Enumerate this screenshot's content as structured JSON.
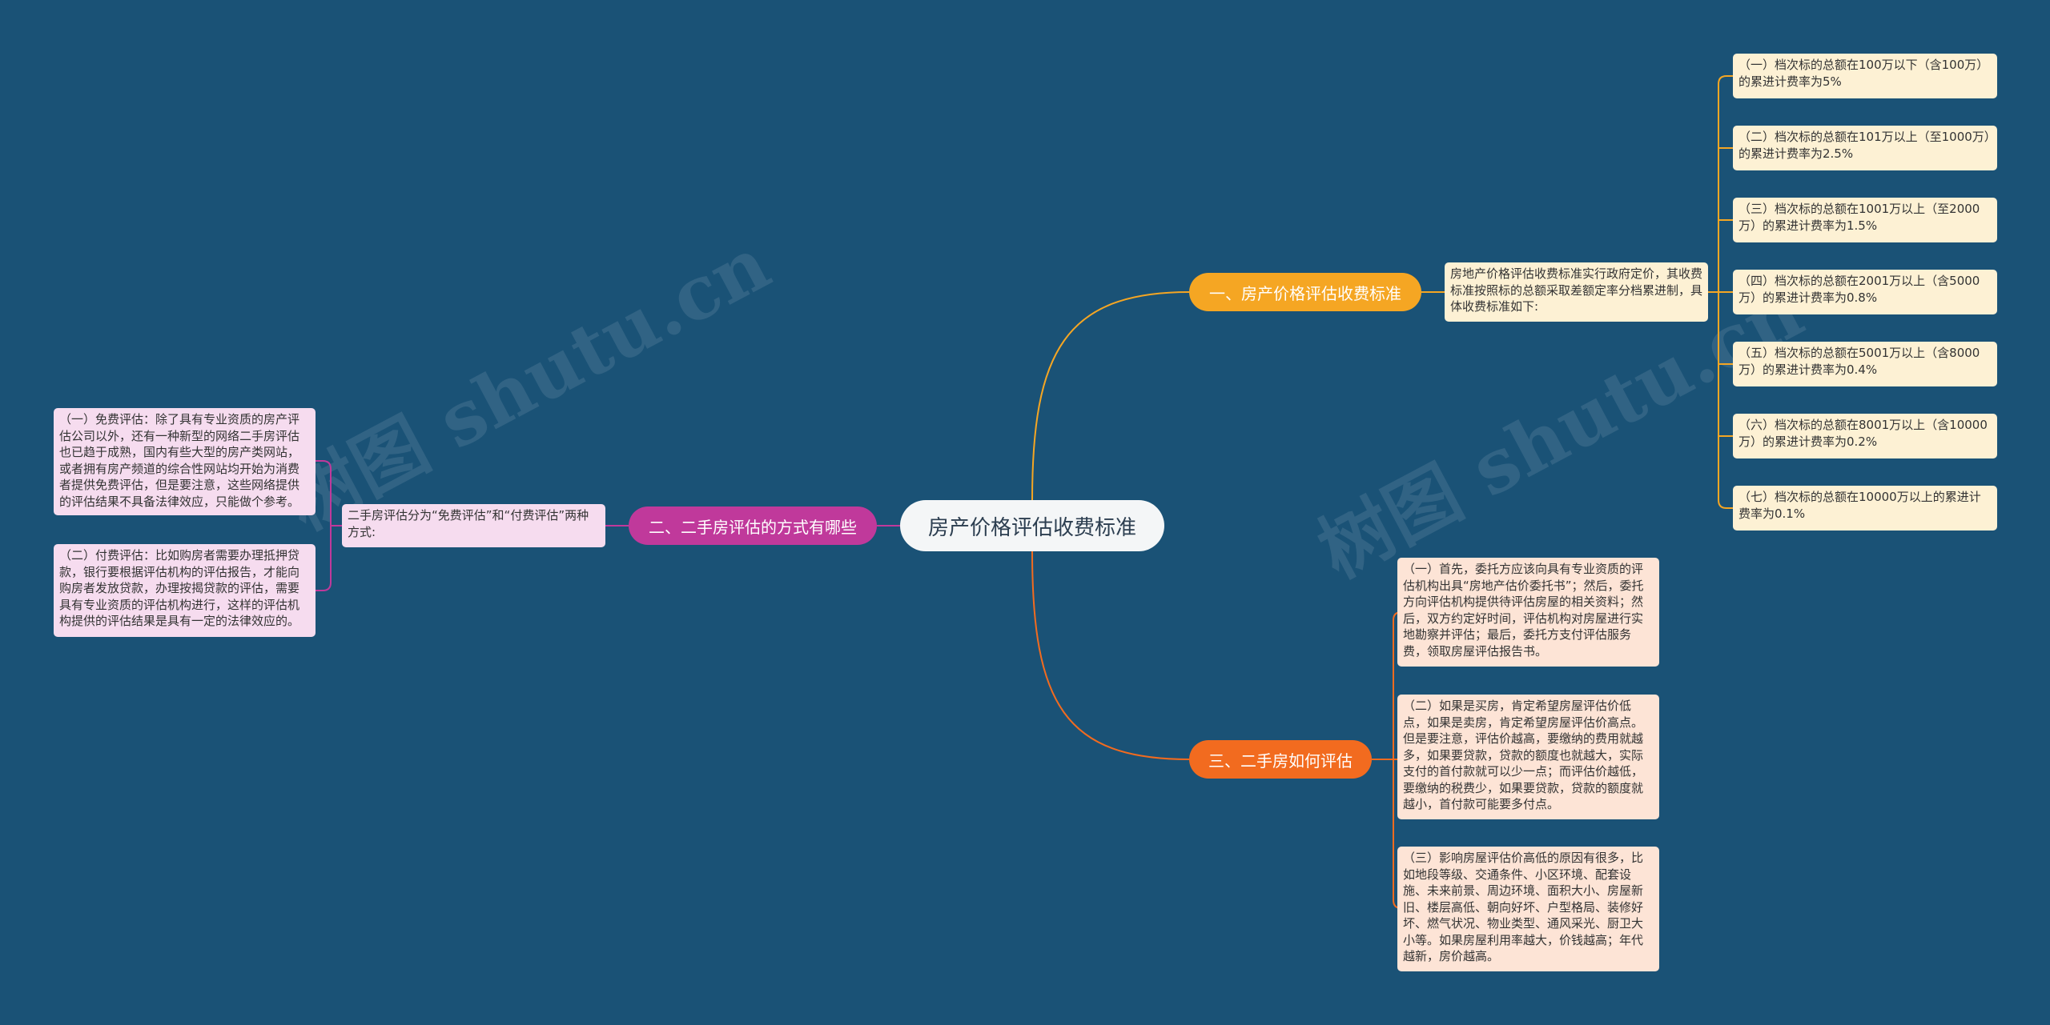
{
  "watermark": "树图 shutu.cn",
  "root": {
    "label": "房产价格评估收费标准"
  },
  "branches": [
    {
      "label": "一、房产价格评估收费标准",
      "color": "#f5a623",
      "intro": "房地产价格评估收费标准实行政府定价，其收费标准按照标的总额采取差额定率分档累进制，具体收费标准如下:",
      "items": [
        "（一）档次标的总额在100万以下（含100万）的累进计费率为5%",
        "（二）档次标的总额在101万以上（至1000万）的累进计费率为2.5%",
        "（三）档次标的总额在1001万以上（至2000万）的累进计费率为1.5%",
        "（四）档次标的总额在2001万以上（含5000万）的累进计费率为0.8%",
        "（五）档次标的总额在5001万以上（含8000万）的累进计费率为0.4%",
        "（六）档次标的总额在8001万以上（含10000万）的累进计费率为0.2%",
        "（七）档次标的总额在10000万以上的累进计费率为0.1%"
      ]
    },
    {
      "label": "二、二手房评估的方式有哪些",
      "color": "#c0399b",
      "intro": "二手房评估分为“免费评估”和“付费评估”两种方式:",
      "items": [
        "（一）免费评估：除了具有专业资质的房产评估公司以外，还有一种新型的网络二手房评估也已趋于成熟，国内有些大型的房产类网站，或者拥有房产频道的综合性网站均开始为消费者提供免费评估，但是要注意，这些网络提供的评估结果不具备法律效应，只能做个参考。",
        "（二）付费评估：比如购房者需要办理抵押贷款，银行要根据评估机构的评估报告，才能向购房者发放贷款，办理按揭贷款的评估，需要具有专业资质的评估机构进行，这样的评估机构提供的评估结果是具有一定的法律效应的。"
      ]
    },
    {
      "label": "三、二手房如何评估",
      "color": "#f26b1f",
      "items": [
        "（一）首先，委托方应该向具有专业资质的评估机构出具“房地产估价委托书”；然后，委托方向评估机构提供待评估房屋的相关资料；然后，双方约定好时间，评估机构对房屋进行实地勘察并评估；最后，委托方支付评估服务费，领取房屋评估报告书。",
        "（二）如果是买房，肯定希望房屋评估价低点，如果是卖房，肯定希望房屋评估价高点。但是要注意，评估价越高，要缴纳的费用就越多，如果要贷款，贷款的额度也就越大，实际支付的首付款就可以少一点；而评估价越低，要缴纳的税费少，如果要贷款，贷款的额度就越小，首付款可能要多付点。",
        "（三）影响房屋评估价高低的原因有很多，比如地段等级、交通条件、小区环境、配套设施、未来前景、周边环境、面积大小、房屋新旧、楼层高低、朝向好坏、户型格局、装修好坏、燃气状况、物业类型、通风采光、厨卫大小等。如果房屋利用率越大，价钱越高；年代越新，房价越高。"
      ]
    }
  ]
}
